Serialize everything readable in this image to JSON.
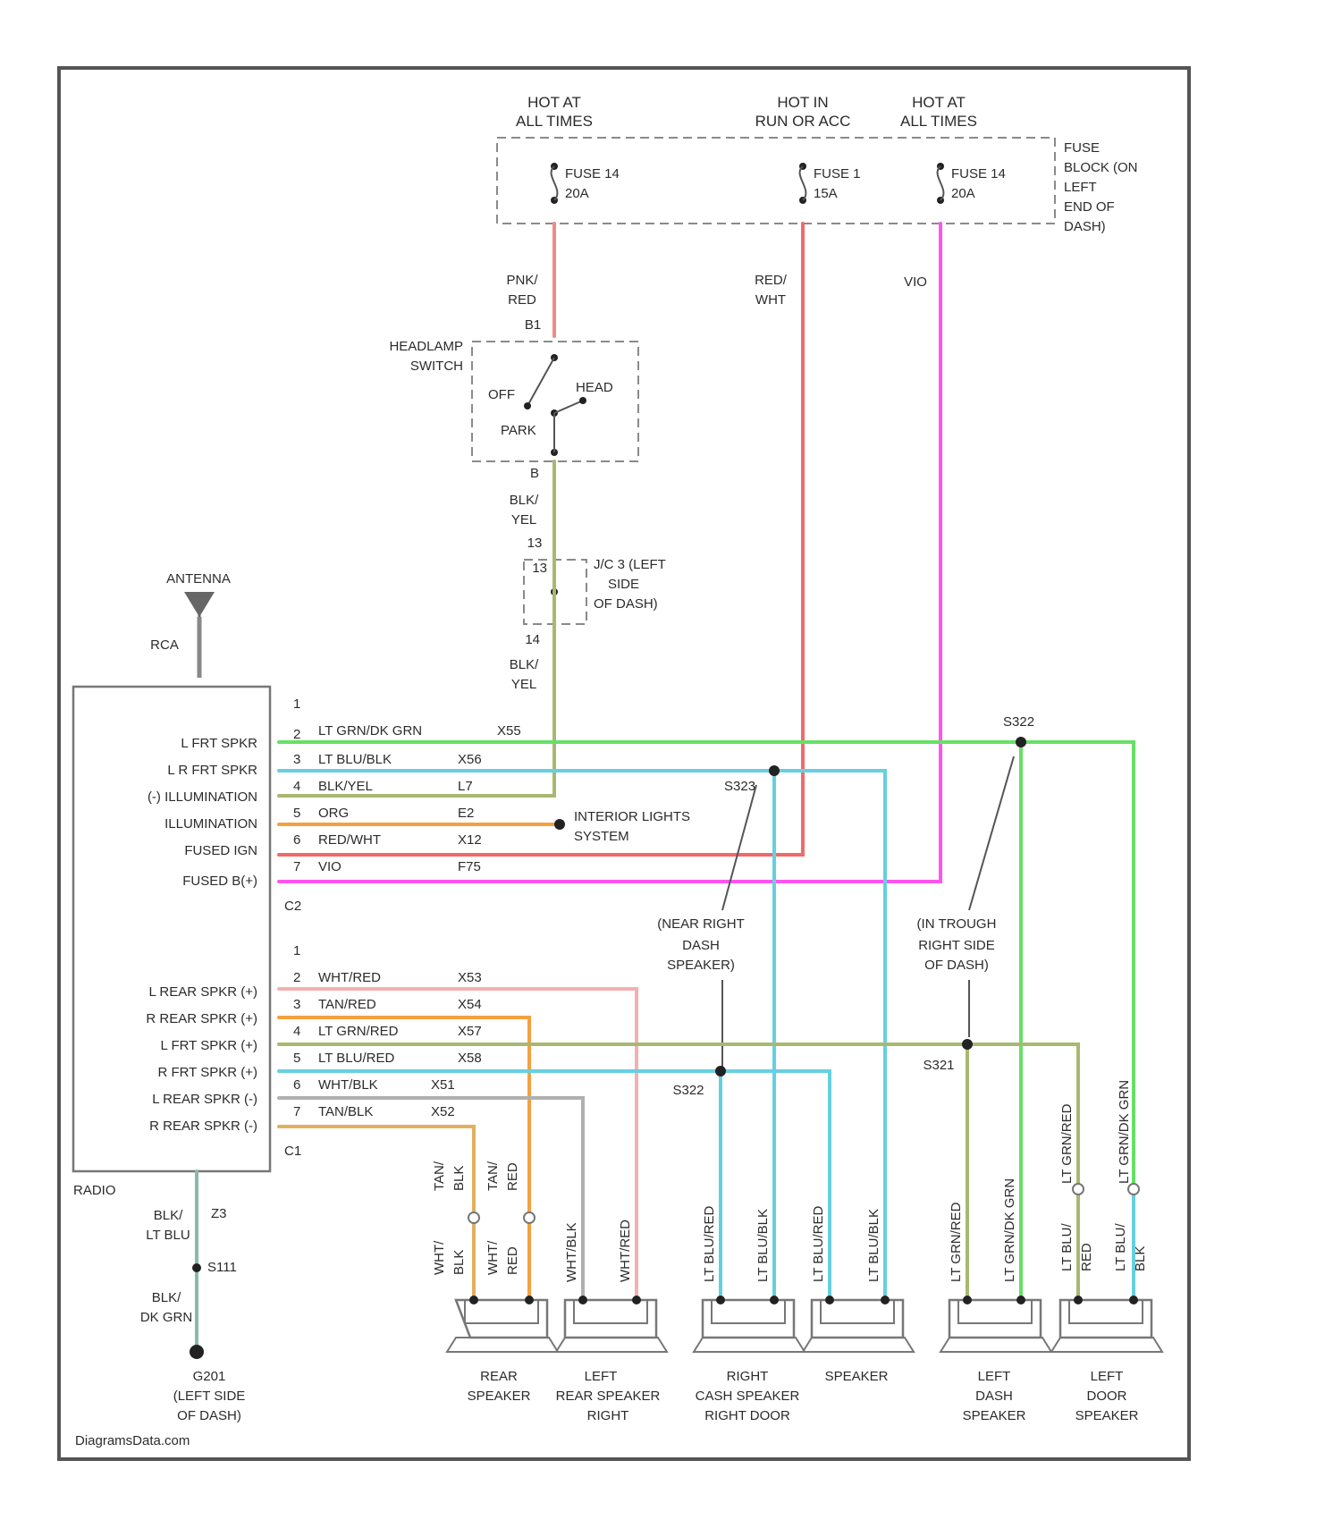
{
  "colors": {
    "pink_red": "#f08a8a",
    "red_white": "#f06a6a",
    "violet": "#ff55ee",
    "blk_yel": "#a8b870",
    "lt_green_grn": "#66e066",
    "lt_blu_blk": "#66d0e0",
    "orange": "#f4a040",
    "salmon": "#f4b0b0",
    "tan_blk": "#e0b060",
    "gray": "#b0b0b0",
    "ground": "#88bbaa"
  },
  "power": {
    "hot1": [
      "HOT AT",
      "ALL TIMES"
    ],
    "hot2": [
      "HOT IN",
      "RUN OR ACC"
    ],
    "hot3": [
      "HOT AT",
      "ALL TIMES"
    ],
    "fuse1": [
      "FUSE 14",
      "20A"
    ],
    "fuse2": [
      "FUSE 1",
      "15A"
    ],
    "fuse3": [
      "FUSE 14",
      "20A"
    ],
    "fuse_block": [
      "FUSE",
      "BLOCK (ON",
      "LEFT",
      "END OF",
      "DASH)"
    ]
  },
  "wires_top": {
    "w1": [
      "PNK/",
      "RED"
    ],
    "w1_pin": "B1",
    "w2": [
      "RED/",
      "WHT"
    ],
    "w3": "VIO"
  },
  "headlamp_switch": {
    "title": [
      "HEADLAMP",
      "SWITCH"
    ],
    "off": "OFF",
    "head": "HEAD",
    "park": "PARK",
    "pin_out": "B",
    "wire": [
      "BLK/",
      "YEL"
    ],
    "pin_c": "13"
  },
  "connector_jc": {
    "pin_top": "13",
    "pin_bottom": "14",
    "label": [
      "J/C 3 (LEFT",
      "SIDE",
      "OF DASH)"
    ],
    "wire": [
      "BLK/",
      "YEL"
    ]
  },
  "antenna": {
    "label": "ANTENNA",
    "wire": "RCA"
  },
  "radio": {
    "name": "RADIO",
    "c2_label": "C2",
    "c1_label": "C1",
    "c2_pins": [
      {
        "num": "1",
        "func": "",
        "wire": "",
        "circuit": ""
      },
      {
        "num": "2",
        "func": "L FRT SPKR",
        "wire": "LT GRN/DK GRN",
        "circuit": "X55"
      },
      {
        "num": "3",
        "func": "L R FRT SPKR",
        "wire": "LT BLU/BLK",
        "circuit": "X56"
      },
      {
        "num": "4",
        "func": "(-) ILLUMINATION",
        "wire": "BLK/YEL",
        "circuit": "L7"
      },
      {
        "num": "5",
        "func": "ILLUMINATION",
        "wire": "ORG",
        "circuit": "E2"
      },
      {
        "num": "6",
        "func": "FUSED IGN",
        "wire": "RED/WHT",
        "circuit": "X12"
      },
      {
        "num": "7",
        "func": "FUSED B(+)",
        "wire": "VIO",
        "circuit": "F75"
      }
    ],
    "c1_pins": [
      {
        "num": "1",
        "func": "",
        "wire": "",
        "circuit": ""
      },
      {
        "num": "2",
        "func": "L REAR SPKR (+)",
        "wire": "WHT/RED",
        "circuit": "X53"
      },
      {
        "num": "3",
        "func": "R REAR SPKR (+)",
        "wire": "TAN/RED",
        "circuit": "X54"
      },
      {
        "num": "4",
        "func": "L FRT SPKR (+)",
        "wire": "LT GRN/RED",
        "circuit": "X57"
      },
      {
        "num": "5",
        "func": "R FRT SPKR (+)",
        "wire": "LT BLU/RED",
        "circuit": "X58"
      },
      {
        "num": "6",
        "func": "L REAR SPKR (-)",
        "wire": "WHT/BLK",
        "circuit": "X51"
      },
      {
        "num": "7",
        "func": "R REAR SPKR (-)",
        "wire": "TAN/BLK",
        "circuit": "X52"
      }
    ]
  },
  "interior_lights": [
    "INTERIOR LIGHTS",
    "SYSTEM"
  ],
  "splices": {
    "s1": "S323",
    "s2": "S322",
    "s3": "S322",
    "s4": "S321",
    "note_left": [
      "(NEAR RIGHT",
      "DASH",
      "SPEAKER)"
    ],
    "note_right": [
      "(IN TROUGH",
      "RIGHT SIDE",
      "OF DASH)"
    ]
  },
  "ground": {
    "wire1": [
      "BLK/",
      "LT BLU"
    ],
    "pin": "Z3",
    "splice": "S111",
    "wire2": [
      "BLK/",
      "DK GRN"
    ],
    "ground_name": [
      "G201",
      "(LEFT SIDE",
      "OF DASH)"
    ]
  },
  "speaker_wires": {
    "tan_blk": [
      "TAN/",
      "BLK"
    ],
    "tan_red": [
      "TAN/",
      "RED"
    ],
    "wht_blk": [
      "WHT/",
      "BLK"
    ],
    "wht_red": [
      "WHT/",
      "RED"
    ],
    "wht_blk_v": "WHT/BLK",
    "wht_red_v": "WHT/RED",
    "lt_blu_red_1": "LT BLU/RED",
    "lt_blu_blk_1": "LT BLU/BLK",
    "lt_blu_red_2": "LT BLU/RED",
    "lt_blu_blk_2": "LT BLU/BLK",
    "lt_grn_red": "LT GRN/RED",
    "lt_grn_dkgrn": "LT GRN/DK GRN",
    "lt_blu_red_3": [
      "LT BLU/",
      "RED"
    ],
    "lt_blu_blk_3": [
      "LT BLU/",
      "BLK"
    ],
    "lt_grn_red_2": "LT GRN/RED",
    "lt_grn_dkgrn_2": "LT GRN/DK GRN"
  },
  "speakers": [
    [
      "REAR",
      "SPEAKER"
    ],
    [
      "LEFT",
      "REAR SPEAKER"
    ],
    [
      "RIGHT",
      "CASH SPEAKER"
    ],
    [
      "SPEAKER"
    ],
    [
      "LEFT",
      "DASH",
      "SPEAKER"
    ],
    [
      "LEFT",
      "DOOR",
      "SPEAKER"
    ]
  ],
  "speaker_sub": [
    "RIGHT",
    "RIGHT DOOR"
  ],
  "watermark": "DiagramsData.com"
}
